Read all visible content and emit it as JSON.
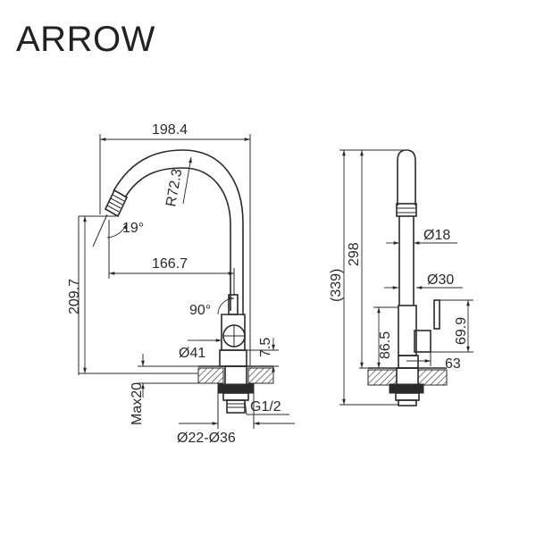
{
  "brand": "ARROW",
  "side_view": {
    "labels": {
      "width": "198.4",
      "radius": "R72.3",
      "angle": "19°",
      "reach": "166.7",
      "height": "209.7",
      "rotation": "90°",
      "base_diameter": "Ø41",
      "base_thickness": "7.5",
      "max_deck": "Max20",
      "thread": "G1/2",
      "hole_range": "Ø22-Ø36"
    }
  },
  "front_view": {
    "labels": {
      "spout_diameter": "Ø18",
      "overall_height": "298",
      "total_height": "(339)",
      "body_diameter": "Ø30",
      "handle_height": "86.5",
      "lever_height": "69.9",
      "depth": "63"
    }
  }
}
